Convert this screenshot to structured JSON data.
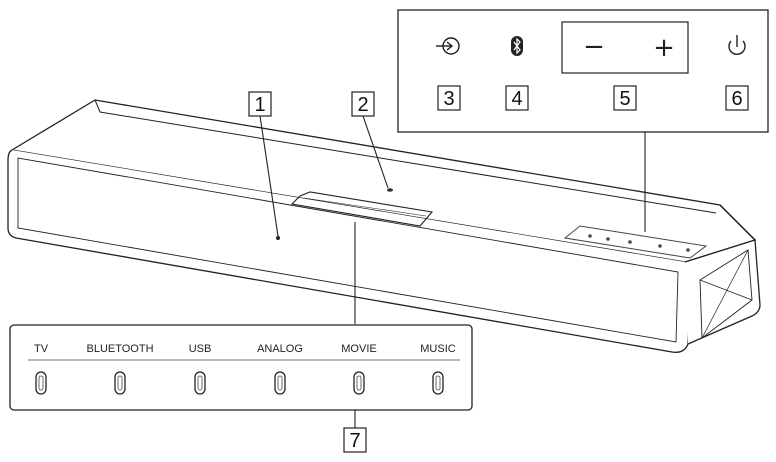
{
  "callouts": {
    "c1": "1",
    "c2": "2",
    "c3": "3",
    "c4": "4",
    "c5": "5",
    "c6": "6",
    "c7": "7"
  },
  "top_panel": {
    "input_icon": "input-icon",
    "bluetooth_icon": "bluetooth-icon",
    "volume_minus": "−",
    "volume_plus": "+",
    "power_icon": "power-icon"
  },
  "indicator_panel": {
    "labels": [
      "TV",
      "BLUETOOTH",
      "USB",
      "ANALOG",
      "MOVIE",
      "MUSIC"
    ]
  }
}
